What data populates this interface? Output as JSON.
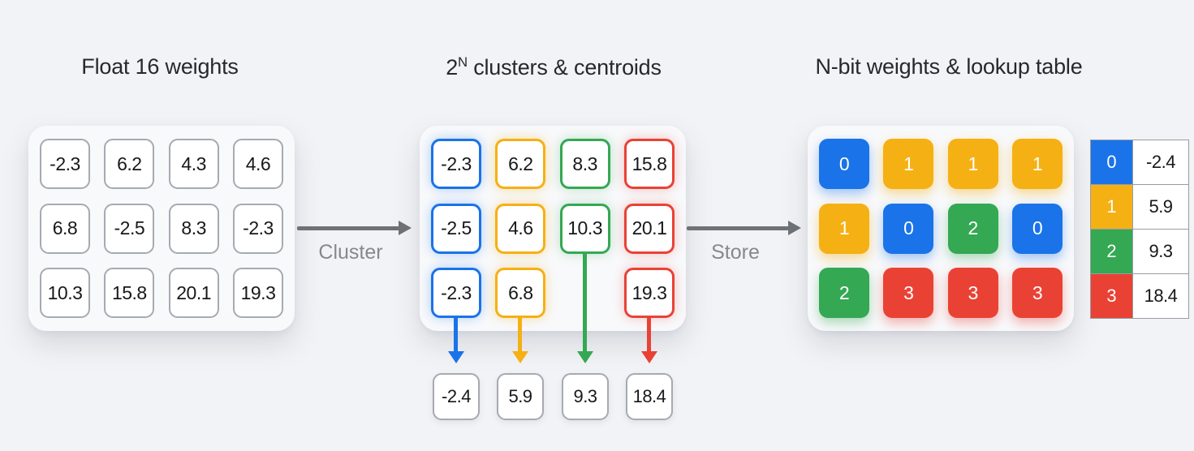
{
  "titles": {
    "left": "Float 16 weights",
    "middle_base": "2",
    "middle_sup": "N",
    "middle_rest": " clusters & centroids",
    "right": "N-bit weights & lookup table"
  },
  "arrows": {
    "cluster_label": "Cluster",
    "store_label": "Store"
  },
  "colors": {
    "blue": "#1A73E8",
    "yellow": "#F5B014",
    "green": "#34A853",
    "red": "#E94235"
  },
  "float16": {
    "cells": [
      "-2.3",
      "6.2",
      "4.3",
      "4.6",
      "6.8",
      "-2.5",
      "8.3",
      "-2.3",
      "10.3",
      "15.8",
      "20.1",
      "19.3"
    ]
  },
  "clusters": {
    "cells": [
      {
        "v": "-2.3",
        "c": "blue"
      },
      {
        "v": "6.2",
        "c": "yellow"
      },
      {
        "v": "8.3",
        "c": "green"
      },
      {
        "v": "15.8",
        "c": "red"
      },
      {
        "v": "-2.5",
        "c": "blue"
      },
      {
        "v": "4.6",
        "c": "yellow"
      },
      {
        "v": "10.3",
        "c": "green"
      },
      {
        "v": "20.1",
        "c": "red"
      },
      {
        "v": "-2.3",
        "c": "blue"
      },
      {
        "v": "6.8",
        "c": "yellow"
      },
      {
        "v": "",
        "c": ""
      },
      {
        "v": "19.3",
        "c": "red"
      }
    ]
  },
  "centroids": [
    {
      "v": "-2.4",
      "c": "blue"
    },
    {
      "v": "5.9",
      "c": "yellow"
    },
    {
      "v": "9.3",
      "c": "green"
    },
    {
      "v": "18.4",
      "c": "red"
    }
  ],
  "nbit": {
    "cells": [
      {
        "v": "0",
        "c": "blue"
      },
      {
        "v": "1",
        "c": "yellow"
      },
      {
        "v": "1",
        "c": "yellow"
      },
      {
        "v": "1",
        "c": "yellow"
      },
      {
        "v": "1",
        "c": "yellow"
      },
      {
        "v": "0",
        "c": "blue"
      },
      {
        "v": "2",
        "c": "green"
      },
      {
        "v": "0",
        "c": "blue"
      },
      {
        "v": "2",
        "c": "green"
      },
      {
        "v": "3",
        "c": "red"
      },
      {
        "v": "3",
        "c": "red"
      },
      {
        "v": "3",
        "c": "red"
      }
    ]
  },
  "lookup": {
    "rows": [
      {
        "i": "0",
        "v": "-2.4",
        "c": "blue"
      },
      {
        "i": "1",
        "v": "5.9",
        "c": "yellow"
      },
      {
        "i": "2",
        "v": "9.3",
        "c": "green"
      },
      {
        "i": "3",
        "v": "18.4",
        "c": "red"
      }
    ]
  }
}
